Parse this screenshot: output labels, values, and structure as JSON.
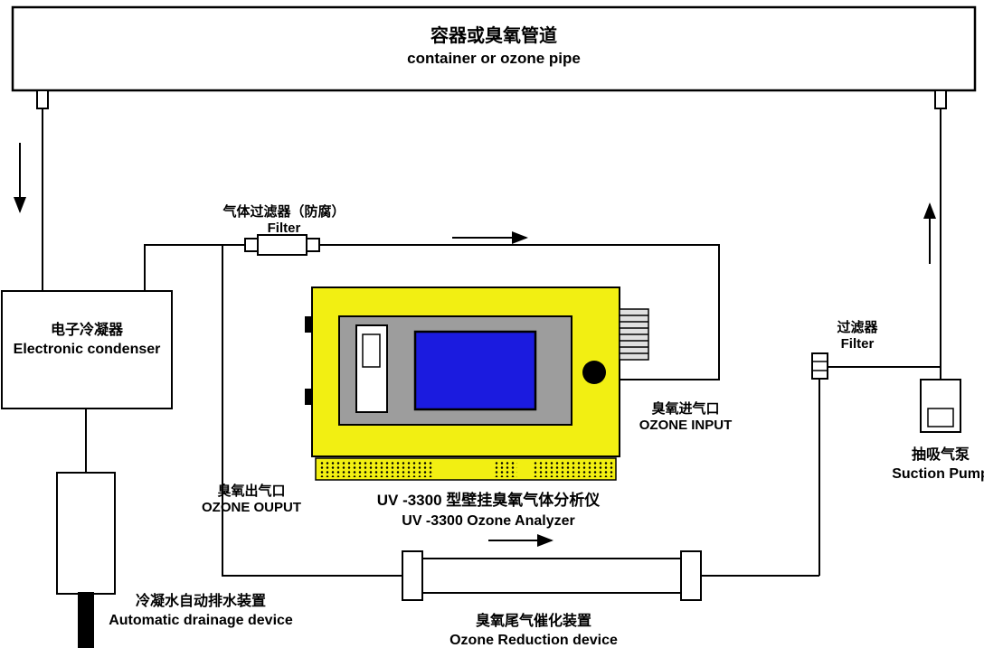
{
  "colors": {
    "analyzer_body": "#f2ef12",
    "panel_gray": "#9d9d9d",
    "screen_blue": "#1b1bdf",
    "line": "#000000"
  },
  "labels": {
    "container": {
      "cn": "容器或臭氧管道",
      "en": "container or ozone pipe"
    },
    "gas_filter": {
      "cn": "气体过滤器（防腐）",
      "en": "Filter"
    },
    "condenser": {
      "cn": "电子冷凝器",
      "en": "Electronic condenser"
    },
    "ozone_input": {
      "cn": "臭氧进气口",
      "en": "OZONE INPUT"
    },
    "ozone_output": {
      "cn": "臭氧出气口",
      "en": "OZONE OUPUT"
    },
    "analyzer": {
      "cn": "UV -3300 型壁挂臭氧气体分析仪",
      "en": "UV -3300 Ozone Analyzer"
    },
    "right_filter": {
      "cn": "过滤器",
      "en": "Filter"
    },
    "pump": {
      "cn": "抽吸气泵",
      "en": "Suction Pump"
    },
    "drainage": {
      "cn": "冷凝水自动排水装置",
      "en": "Automatic drainage device"
    },
    "reduction": {
      "cn": "臭氧尾气催化装置",
      "en": "Ozone Reduction device"
    }
  }
}
